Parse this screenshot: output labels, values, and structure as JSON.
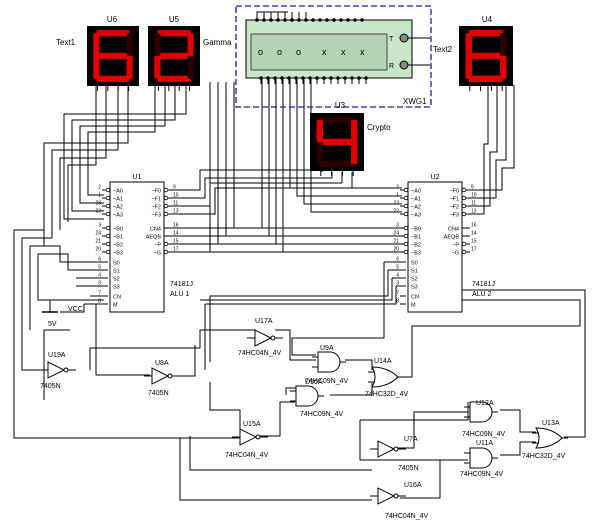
{
  "displays": {
    "u6": {
      "ref": "U6",
      "label": "Text1",
      "digit": "6"
    },
    "u5": {
      "ref": "U5",
      "label": "Gamma",
      "digit": "2"
    },
    "u3": {
      "ref": "U3",
      "label": "Crypto",
      "digit": "4"
    },
    "u4": {
      "ref": "U4",
      "digit": "6"
    }
  },
  "word_gen": {
    "ref": "XWG1",
    "label": "Text2",
    "pin_t": "T",
    "pin_r": "R",
    "cells": [
      "o",
      "o",
      "o",
      "x",
      "x",
      "x"
    ]
  },
  "alu1": {
    "ref": "U1",
    "part": "74181J",
    "name": "ALU 1",
    "left_pins": [
      "~A0",
      "~A1",
      "~A2",
      "~A3",
      "~B0",
      "~B1",
      "~B2",
      "~B3",
      "S0",
      "S1",
      "S2",
      "S3",
      "CN",
      "M"
    ],
    "left_nums": [
      "2",
      "1",
      "23",
      "22",
      "3",
      "24",
      "21",
      "20",
      "6",
      "5",
      "4",
      "3",
      "7",
      "8"
    ],
    "right_pins": [
      "~F0",
      "~F1",
      "~F2",
      "~F3",
      "CN4",
      "AEQB",
      "~P",
      "~G"
    ],
    "right_nums": [
      "9",
      "10",
      "11",
      "13",
      "16",
      "14",
      "15",
      "17"
    ]
  },
  "alu2": {
    "ref": "U2",
    "part": "74181J",
    "name": "ALU 2",
    "left_pins": [
      "~A0",
      "~A1",
      "~A2",
      "~A3",
      "~B0",
      "~B1",
      "~B2",
      "~B3",
      "S0",
      "S1",
      "S2",
      "S3",
      "CN",
      "M"
    ],
    "left_nums": [
      "2",
      "1",
      "23",
      "22",
      "3",
      "24",
      "21",
      "20",
      "6",
      "5",
      "4",
      "3",
      "7",
      "8"
    ],
    "right_pins": [
      "~F0",
      "~F1",
      "~F2",
      "~F3",
      "CN4",
      "AEQB",
      "~P",
      "~G"
    ],
    "right_nums": [
      "9",
      "10",
      "11",
      "13",
      "16",
      "14",
      "15",
      "17"
    ]
  },
  "power": {
    "vcc": "VCC",
    "volts": "5V"
  },
  "gates": {
    "u19a": {
      "ref": "U19A",
      "part": "7405N"
    },
    "u8a": {
      "ref": "U8A",
      "part": "7405N"
    },
    "u17a": {
      "ref": "U17A",
      "part": "74HC04N_4V"
    },
    "u9a": {
      "ref": "U9A",
      "part": "74HC09N_4V"
    },
    "u14a": {
      "ref": "U14A",
      "part": "74HC32D_4V"
    },
    "u10a": {
      "ref": "U10A",
      "part": "74HC09N_4V"
    },
    "u15a": {
      "ref": "U15A",
      "part": "74HC04N_4V"
    },
    "u12a": {
      "ref": "U12A",
      "part": "74HC09N_4V"
    },
    "u13a": {
      "ref": "U13A",
      "part": "74HC32D_4V"
    },
    "u7a": {
      "ref": "U7A",
      "part": "7405N"
    },
    "u11a": {
      "ref": "U11A",
      "part": "74HC09N_4V"
    },
    "u16a": {
      "ref": "U16A",
      "part": "74HC04N_4V"
    }
  },
  "colors": {
    "segment_on": "#e00000",
    "segment_off": "#2a0000",
    "display_body": "#000000",
    "wordgen_body": "#c8e6c8",
    "dashed_border": "#1a1aa0"
  }
}
